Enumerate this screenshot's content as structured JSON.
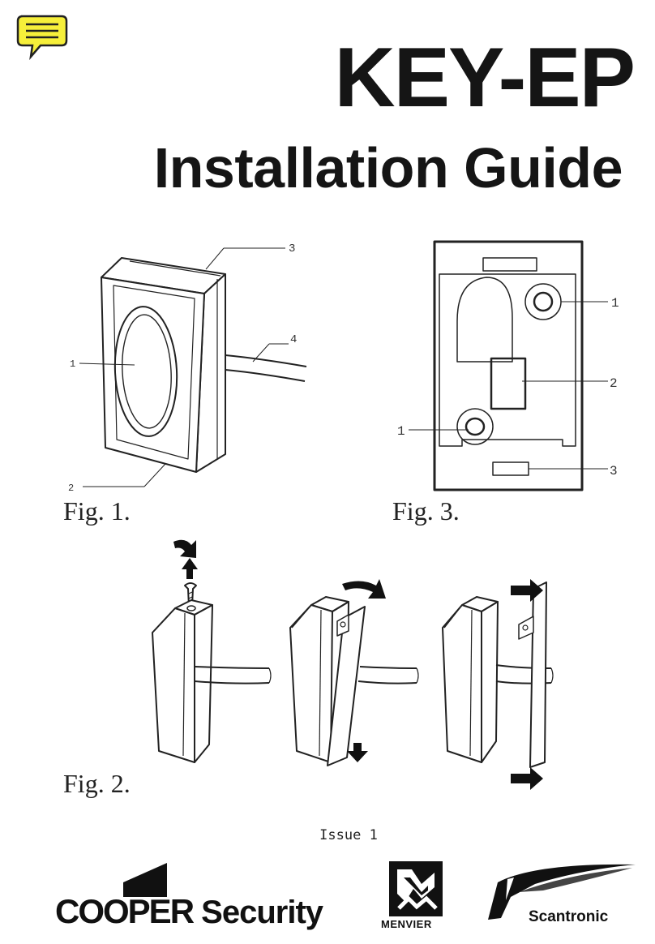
{
  "header": {
    "title": "KEY-EP",
    "subtitle": "Installation Guide",
    "note_icon": "speech-bubble-note-icon"
  },
  "figures": {
    "fig1": {
      "label": "Fig. 1.",
      "callouts": [
        "1",
        "2",
        "3",
        "4"
      ]
    },
    "fig2": {
      "label": "Fig. 2."
    },
    "fig3": {
      "label": "Fig. 3.",
      "callouts": [
        "1",
        "2",
        "1",
        "3"
      ]
    }
  },
  "footer": {
    "issue": "Issue 1",
    "logos": {
      "cooper_a": "COOPER",
      "cooper_b": "Security",
      "menvier": "MENVIER",
      "scantronic": "Scantronic"
    }
  },
  "colors": {
    "note_fill": "#f6ef3a",
    "ink": "#151515",
    "page": "#ffffff"
  }
}
